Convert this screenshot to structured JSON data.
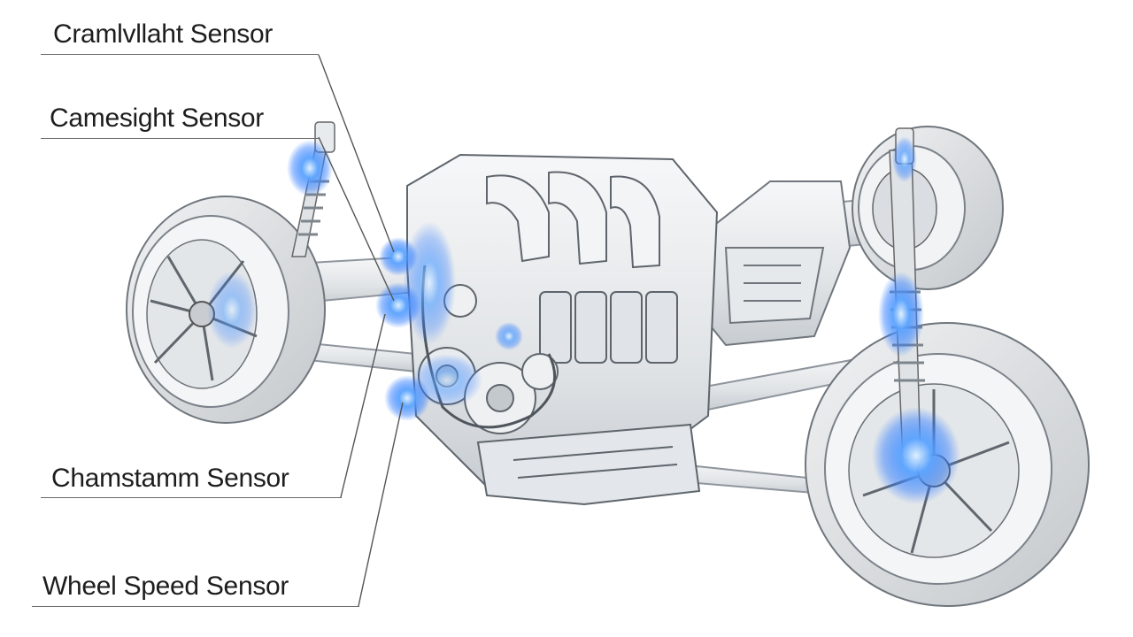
{
  "labels": {
    "crankshaft": "Cramlvllaht Sensor",
    "camshaft": "Camesight Sensor",
    "chamstamm": "Chamstamm Sensor",
    "wheel_speed": "Wheel Speed Sensor"
  },
  "colors": {
    "glow": "#2f7bff",
    "glow_core": "#9fd0ff",
    "line": "#555555",
    "metal": "#e9ecef",
    "metal_dark": "#9aa3ab",
    "tire": "#cfd3d7"
  },
  "icons": [
    "engine-block",
    "front-left-wheel",
    "rear-right-wheel",
    "rear-top-wheel",
    "shock-absorber",
    "sensor-glow"
  ]
}
